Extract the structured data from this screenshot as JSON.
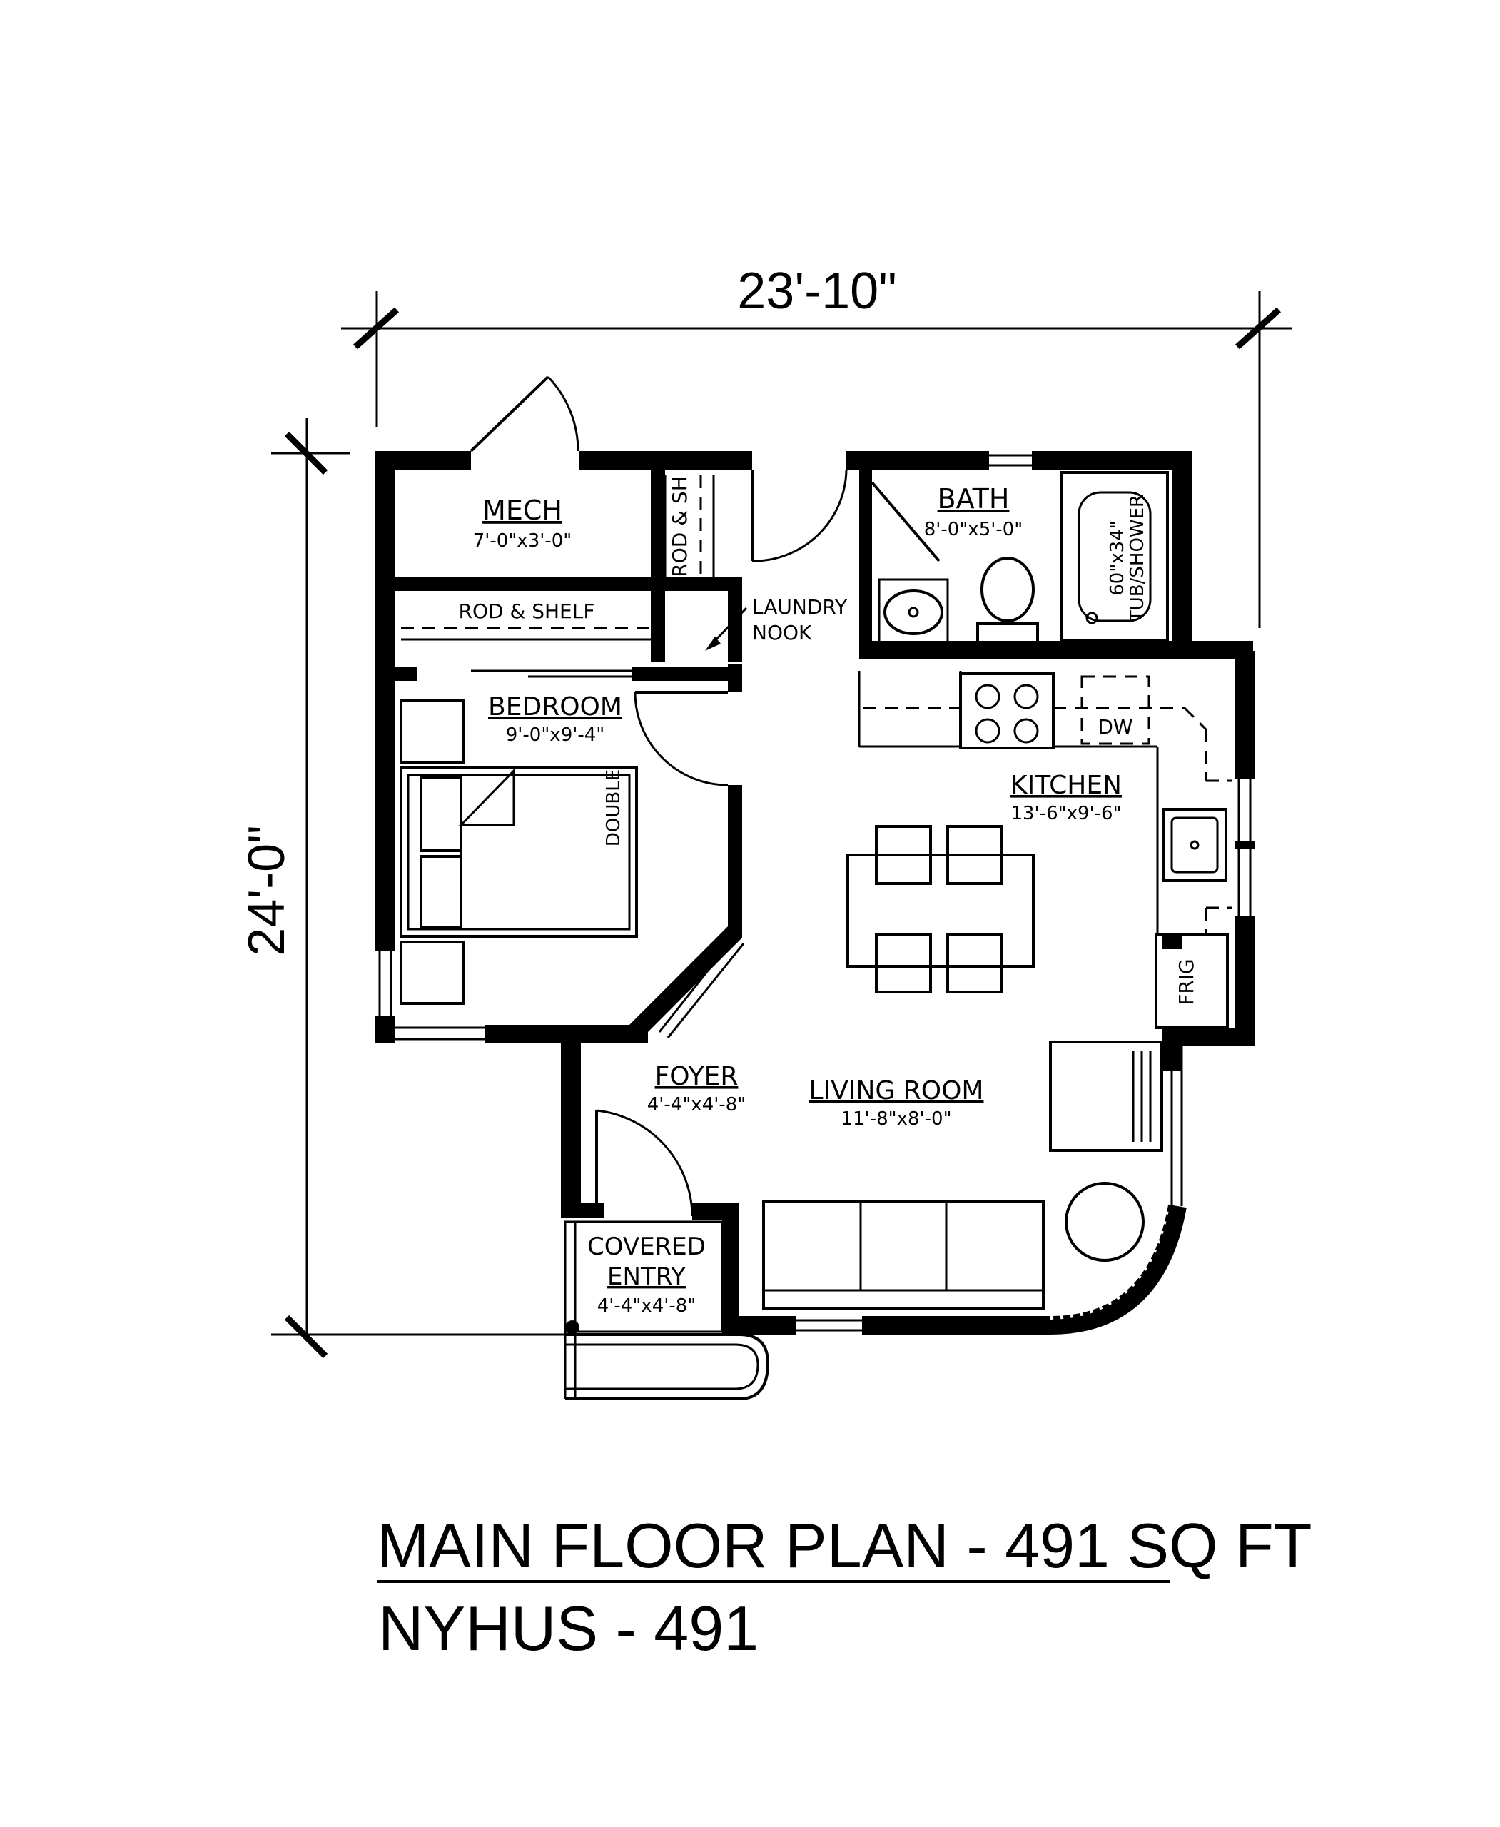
{
  "dimensions": {
    "width": "23'-10\"",
    "depth": "24'-0\""
  },
  "rooms": {
    "mech": {
      "name": "MECH",
      "size": "7'-0\"x3'-0\""
    },
    "bath": {
      "name": "BATH",
      "size": "8'-0\"x5'-0\""
    },
    "bedroom": {
      "name": "BEDROOM",
      "size": "9'-0\"x9'-4\""
    },
    "kitchen": {
      "name": "KITCHEN",
      "size": "13'-6\"x9'-6\""
    },
    "foyer": {
      "name": "FOYER",
      "size": "4'-4\"x4'-8\""
    },
    "living": {
      "name": "LIVING ROOM",
      "size": "11'-8\"x8'-0\""
    },
    "entry": {
      "name_line1": "COVERED",
      "name_line2": "ENTRY",
      "size": "4'-4\"x4'-8\""
    }
  },
  "fixtures": {
    "rod_sh": "ROD & SH",
    "rod_shelf": "ROD & SHELF",
    "laundry_line1": "LAUNDRY",
    "laundry_line2": "NOOK",
    "tub_line1": "60\"x34\"",
    "tub_line2": "TUB/SHOWER",
    "dw": "DW",
    "frig": "FRIG",
    "double": "DOUBLE"
  },
  "footer": {
    "title": "MAIN FLOOR PLAN - 491 SQ FT",
    "subtitle": "NYHUS - 491"
  }
}
